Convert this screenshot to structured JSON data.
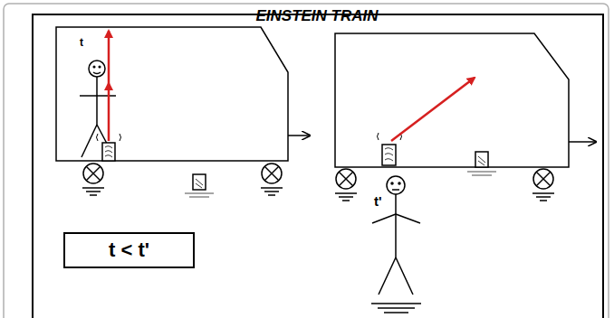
{
  "diagram": {
    "title": "EINSTEIN TRAIN",
    "nodes": [
      {
        "text": [
          "t < t'"
        ]
      }
    ],
    "labels": [
      "t",
      "t'"
    ]
  }
}
